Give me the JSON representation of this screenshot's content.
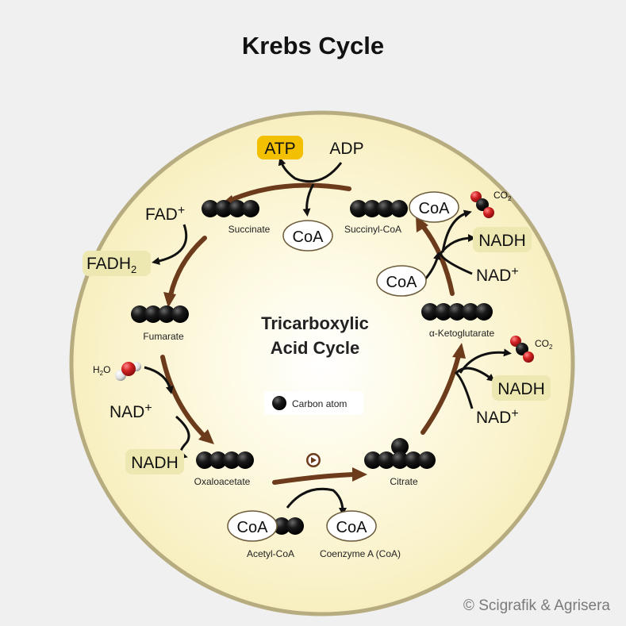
{
  "title": "Krebs Cycle",
  "copyright": "© Scigrafik & Agrisera",
  "center": {
    "line1": "Tricarboxylic",
    "line2": "Acid Cycle"
  },
  "legend": {
    "label": "Carbon atom"
  },
  "molecules": {
    "succinate": "Succinate",
    "succinyl_coa": "Succinyl-CoA",
    "fumarate": "Fumarate",
    "alpha_ketoglutarate": "α-Ketoglutarate",
    "oxaloacetate": "Oxaloacetate",
    "citrate": "Citrate",
    "acetyl_coa": "Acetyl-CoA",
    "coenzyme_a": "Coenzyme A (CoA)"
  },
  "cofactors": {
    "atp": "ATP",
    "adp": "ADP",
    "coa": "CoA",
    "fad_plus": "FAD",
    "fadh2": "FADH",
    "fadh2_sub": "2",
    "nad_plus": "NAD",
    "plus": "+",
    "nadh": "NADH",
    "co2": "CO",
    "co2_sub": "2",
    "h2o": "H",
    "h2o_sub": "2",
    "h2o_o": "O"
  },
  "colors": {
    "disc": "#fbf3c8",
    "disc_border": "#b7ac80",
    "arrow_brown": "#6b3b1c",
    "atp_highlight": "#f2c000",
    "product_box": "#ede7b2",
    "carbon": "#111111",
    "oxygen": "#cc2222"
  }
}
